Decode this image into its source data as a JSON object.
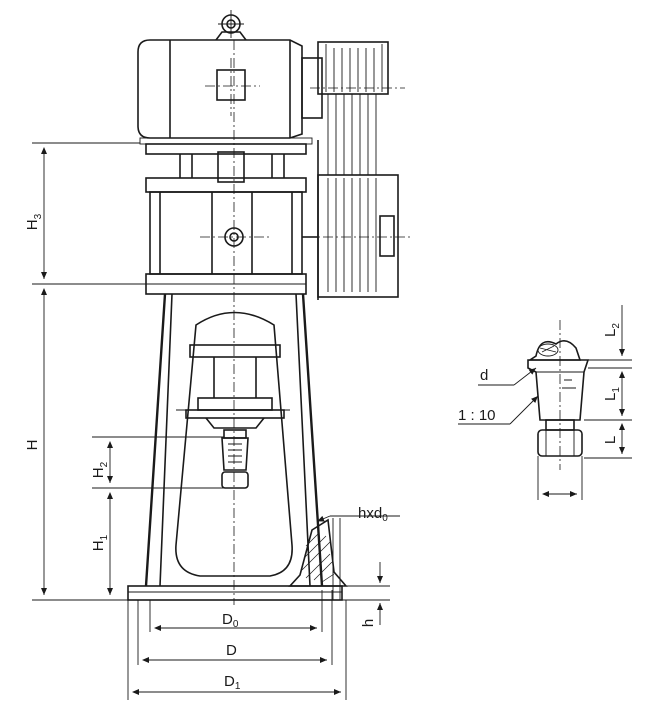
{
  "labels": {
    "H3": {
      "main": "H",
      "sub": "3"
    },
    "H": {
      "main": "H",
      "sub": ""
    },
    "H2": {
      "main": "H",
      "sub": "2"
    },
    "H1": {
      "main": "H",
      "sub": "1"
    },
    "hxd0": {
      "main": "hxd",
      "sub": "0"
    },
    "h": {
      "main": "h",
      "sub": ""
    },
    "D0": {
      "main": "D",
      "sub": "0"
    },
    "D": {
      "main": "D",
      "sub": ""
    },
    "D1": {
      "main": "D",
      "sub": "1"
    },
    "L2": {
      "main": "L",
      "sub": "2"
    },
    "L1": {
      "main": "L",
      "sub": "1"
    },
    "L": {
      "main": "L",
      "sub": ""
    },
    "d": {
      "main": "d",
      "sub": ""
    },
    "ratio": "1 :  10"
  }
}
